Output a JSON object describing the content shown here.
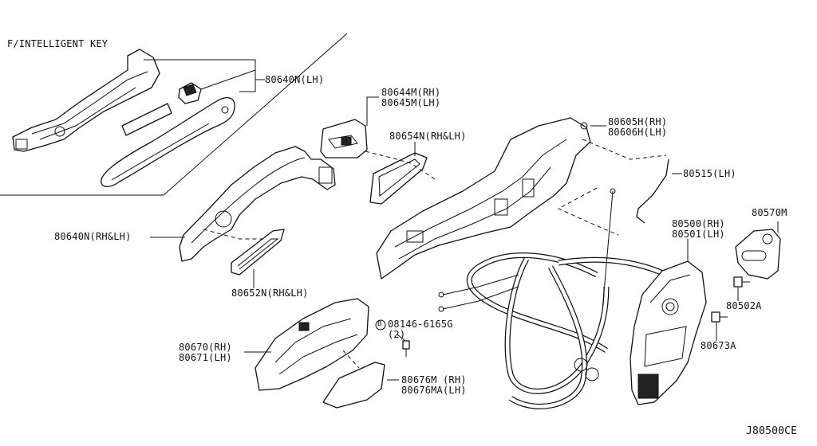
{
  "labels": {
    "header": "F/INTELLIGENT KEY",
    "p80640n_lh": "80640N(LH)",
    "p80640n_rhlh": "80640N(RH&LH)",
    "p80652n": "80652N(RH&LH)",
    "p80644m": "80644M(RH)",
    "p80645m": "80645M(LH)",
    "p80654n": "80654N(RH&LH)",
    "p80605h": "80605H(RH)",
    "p80606h": "80606H(LH)",
    "p80515": "80515(LH)",
    "p80500": "80500(RH)",
    "p80501": "80501(LH)",
    "p80570m": "80570M",
    "p80502a": "80502A",
    "p80673a": "80673A",
    "bolt_code": "08146-6165G",
    "bolt_qty": "(2)",
    "bolt_prefix": "B",
    "p80670": "80670(RH)",
    "p80671": "80671(LH)",
    "p80676m": "80676M (RH)",
    "p80676ma": "80676MA(LH)",
    "diagram_code": "J80500CE"
  }
}
